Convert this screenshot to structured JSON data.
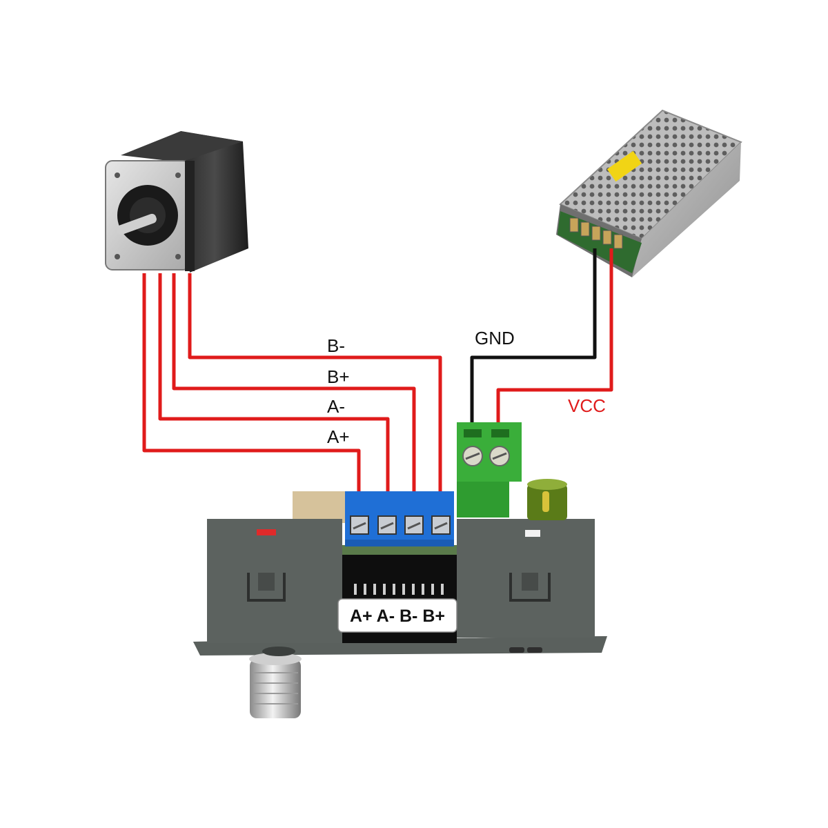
{
  "components": {
    "stepper_motor": "stepper-motor",
    "power_supply": "power-supply",
    "driver_board": "stepper-driver-controller"
  },
  "wires": {
    "b_minus": "B-",
    "b_plus": "B+",
    "a_minus": "A-",
    "a_plus": "A+",
    "gnd": "GND",
    "vcc": "VCC"
  },
  "terminal_strip_label": "A+ A- B- B+",
  "colors": {
    "signal_wire": "#e01b1b",
    "ground_wire": "#111111",
    "vcc_label": "#e01b1b",
    "terminal_block_blue": "#1f6fd6",
    "terminal_block_green": "#3aae3a",
    "enclosure": "#5c625f",
    "label_text": "#111111"
  }
}
